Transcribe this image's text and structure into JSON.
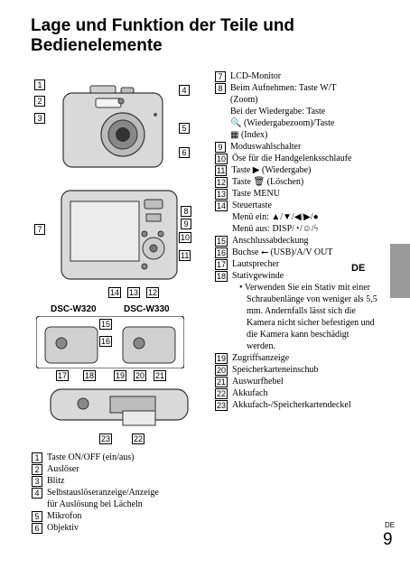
{
  "title": [
    "Lage und Funktion der Teile und",
    "Bedienelemente"
  ],
  "side_tab": "DE",
  "footer": {
    "lang": "DE",
    "page": "9"
  },
  "models": [
    "DSC-W320",
    "DSC-W330"
  ],
  "callouts": {
    "c1": "1",
    "c2": "2",
    "c3": "3",
    "c4": "4",
    "c5": "5",
    "c6": "6",
    "c7": "7",
    "c8": "8",
    "c9": "9",
    "c10": "10",
    "c11": "11",
    "c12": "12",
    "c13": "13",
    "c14": "14",
    "c15": "15",
    "c16": "16",
    "c17": "17",
    "c18": "18",
    "c19": "19",
    "c20": "20",
    "c21": "21",
    "c22": "22",
    "c23": "23"
  },
  "parts": [
    {
      "num": "1",
      "text": "Taste ON/OFF (ein/aus)"
    },
    {
      "num": "2",
      "text": "Auslöser"
    },
    {
      "num": "3",
      "text": "Blitz"
    },
    {
      "num": "4",
      "text": "Selbstauslöseranzeige/Anzeige",
      "text2": "für Auslösung bei Lächeln"
    },
    {
      "num": "5",
      "text": "Mikrofon"
    },
    {
      "num": "6",
      "text": "Objektiv"
    },
    {
      "num": "7",
      "text": "LCD-Monitor"
    },
    {
      "num": "8",
      "text": "Beim Aufnehmen: Taste W/T",
      "text2": "(Zoom)",
      "text3": "Bei der Wiedergabe: Taste",
      "text4": "🔍 (Wiedergabezoom)/Taste",
      "text5": "▦ (Index)"
    },
    {
      "num": "9",
      "text": "Moduswahlschalter"
    },
    {
      "num": "10",
      "text": "Öse für die Handgelenksschlaufe"
    },
    {
      "num": "11",
      "text": "Taste ▶ (Wiedergabe)"
    },
    {
      "num": "12",
      "text": "Taste 🗑 (Löschen)"
    },
    {
      "num": "13",
      "text": "Taste MENU"
    },
    {
      "num": "14",
      "text": "Steuertaste",
      "text2": "Menü ein: ▲/▼/◀/▶/●",
      "text3": "Menü aus: DISP/◔/☺/ϟ"
    },
    {
      "num": "15",
      "text": "Anschlussabdeckung"
    },
    {
      "num": "16",
      "text": "Buchse ⭠ (USB)/A/V OUT"
    },
    {
      "num": "17",
      "text": "Lautsprecher"
    },
    {
      "num": "18",
      "text": "Stativgewinde",
      "text2": "• Verwenden Sie ein Stativ mit einer Schraubenlänge von weniger als 5,5 mm. Andernfalls lässt sich die Kamera nicht sicher befestigen und die Kamera kann beschädigt werden."
    },
    {
      "num": "19",
      "text": "Zugriffsanzeige"
    },
    {
      "num": "20",
      "text": "Speicherkarteneinschub"
    },
    {
      "num": "21",
      "text": "Auswurfhebel"
    },
    {
      "num": "22",
      "text": "Akkufach"
    },
    {
      "num": "23",
      "text": "Akkufach-/Speicherkartendeckel"
    }
  ]
}
